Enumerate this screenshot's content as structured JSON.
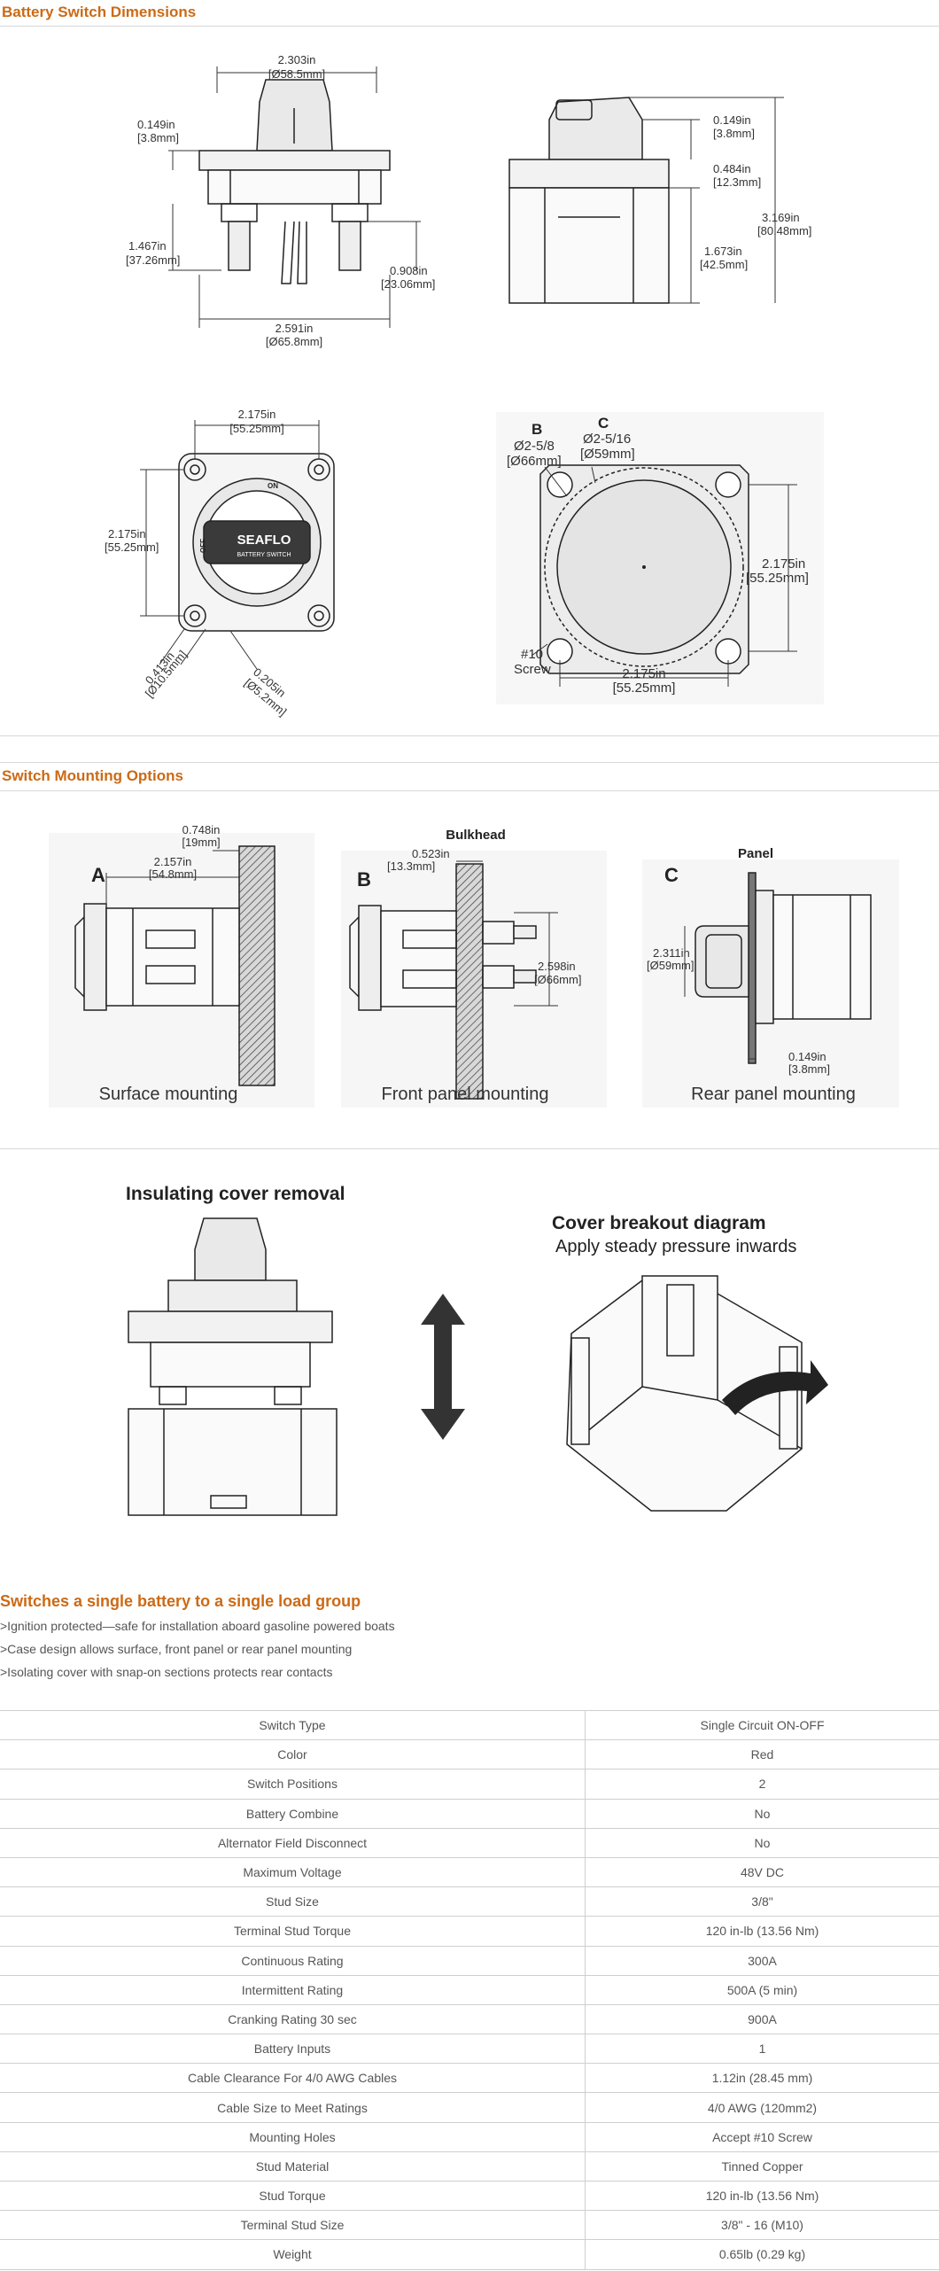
{
  "sections": {
    "dimensions_title": "Battery Switch Dimensions",
    "mounting_title": "Switch Mounting Options"
  },
  "front_view": {
    "width_top": "2.303in",
    "width_top_mm": "[Ø58.5mm]",
    "knob_offset": "0.149in",
    "knob_offset_mm": "[3.8mm]",
    "body_height": "1.467in",
    "body_height_mm": "[37.26mm]",
    "stud_depth": "0.908in",
    "stud_depth_mm": "[23.06mm]",
    "width_base": "2.591in",
    "width_base_mm": "[Ø65.8mm]"
  },
  "side_view": {
    "knob_offset": "0.149in",
    "knob_offset_mm": "[3.8mm]",
    "flange": "0.484in",
    "flange_mm": "[12.3mm]",
    "total_height": "3.169in",
    "total_height_mm": "[80.48mm]",
    "body_depth": "1.673in",
    "body_depth_mm": "[42.5mm]"
  },
  "top_view": {
    "width": "2.175in",
    "width_mm": "[55.25mm]",
    "height": "2.175in",
    "height_mm": "[55.25mm]",
    "hole_dia": "0.413in",
    "hole_dia_mm": "[Ø10.5mm]",
    "corner": "0.205in",
    "corner_mm": "[Ø5.2mm]",
    "brand": "SEAFLO",
    "brand_sub": "BATTERY SWITCH",
    "on_label": "ON",
    "off_label": "OFF"
  },
  "cutout_view": {
    "label_b": "B",
    "label_c": "C",
    "dia_b": "Ø2-5/8",
    "dia_b_mm": "[Ø66mm]",
    "dia_c": "Ø2-5/16",
    "dia_c_mm": "[Ø59mm]",
    "screw": "#10",
    "screw_label": "Screw",
    "height": "2.175in",
    "height_mm": "[55.25mm]",
    "width": "2.175in",
    "width_mm": "[55.25mm]"
  },
  "mounting": {
    "a": {
      "letter": "A",
      "caption": "Surface mounting",
      "d1": "0.748in",
      "d1_mm": "[19mm]",
      "d2": "2.157in",
      "d2_mm": "[54.8mm]"
    },
    "b": {
      "letter": "B",
      "caption": "Front panel mounting",
      "surface": "Bulkhead",
      "d1": "0.523in",
      "d1_mm": "[13.3mm]",
      "d2": "2.598in",
      "d2_mm": "[Ø66mm]"
    },
    "c": {
      "letter": "C",
      "caption": "Rear panel mounting",
      "surface": "Panel",
      "d1": "2.311in",
      "d1_mm": "[Ø59mm]",
      "d2": "0.149in",
      "d2_mm": "[3.8mm]"
    }
  },
  "cover": {
    "removal_title": "Insulating cover removal",
    "breakout_title": "Cover breakout diagram",
    "breakout_sub": "Apply steady pressure inwards"
  },
  "features": {
    "heading": "Switches a single battery to a single load group",
    "bullets": [
      ">Ignition protected—safe for installation aboard gasoline powered boats",
      ">Case design allows surface, front panel  or rear panel mounting",
      ">Isolating cover with snap-on sections protects rear contacts"
    ]
  },
  "specs": [
    [
      "Switch Type",
      "Single Circuit ON-OFF"
    ],
    [
      "Color",
      "Red"
    ],
    [
      "Switch Positions",
      "2"
    ],
    [
      "Battery Combine",
      "No"
    ],
    [
      "Alternator Field Disconnect",
      "No"
    ],
    [
      "Maximum Voltage",
      "48V DC"
    ],
    [
      "Stud Size",
      "3/8\""
    ],
    [
      "Terminal Stud Torque",
      "120 in-lb (13.56 Nm)"
    ],
    [
      "Continuous Rating",
      "300A"
    ],
    [
      "Intermittent Rating",
      "500A (5 min)"
    ],
    [
      "Cranking Rating 30 sec",
      "900A"
    ],
    [
      "Battery Inputs",
      "1"
    ],
    [
      "Cable Clearance For 4/0 AWG Cables",
      "1.12in (28.45 mm)"
    ],
    [
      "Cable Size to Meet Ratings",
      "4/0 AWG (120mm2)"
    ],
    [
      "Mounting Holes",
      "Accept #10 Screw"
    ],
    [
      "Stud Material",
      "Tinned Copper"
    ],
    [
      "Stud Torque",
      "120 in-lb (13.56 Nm)"
    ],
    [
      "Terminal Stud Size",
      "3/8\" - 16 (M10)"
    ],
    [
      "Weight",
      "0.65lb (0.29 kg)"
    ]
  ]
}
